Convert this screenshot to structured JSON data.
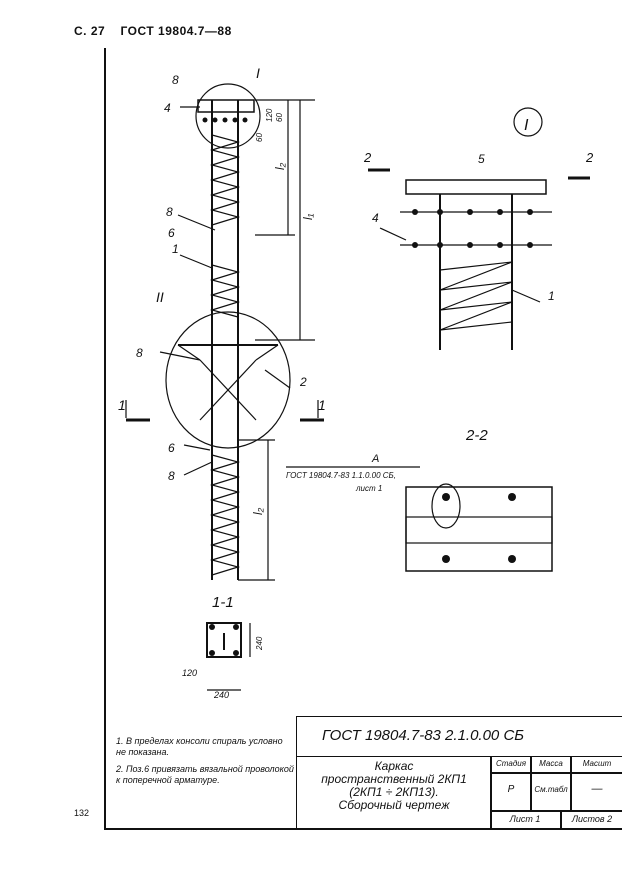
{
  "header": {
    "page": "С. 27",
    "standard": "ГОСТ 19804.7—88"
  },
  "detail_marks": {
    "I": "I",
    "II": "II"
  },
  "sections": {
    "s11": "1-1",
    "s22": "2-2",
    "cut1": "1",
    "cut2": "2"
  },
  "positions": [
    "1",
    "2",
    "4",
    "5",
    "6",
    "8"
  ],
  "dims": {
    "d60a": "60",
    "d120": "120",
    "d60b": "60",
    "L1": "l₁",
    "L2": "l₂",
    "L2b": "l₂",
    "d240a": "240",
    "d120b": "120",
    "d240b": "240"
  },
  "callout": {
    "letter": "А",
    "ref": "ГОСТ 19804.7-83 1.1.0.00 СБ,",
    "sheet": "лист 1"
  },
  "notes": [
    "1. В пределах консоли спираль условно не показана.",
    "2. Поз.6 привязать вязальной проволокой к поперечной арматуре."
  ],
  "title_block": {
    "doc": "ГОСТ 19804.7-83  2.1.0.00 СБ",
    "name1": "Каркас",
    "name2": "пространственный 2КП1",
    "name3": "(2КП1 ÷ 2КП13).",
    "name4": "Сборочный чертеж",
    "col_stage": "Стадия",
    "col_mass": "Масса",
    "col_scale": "Масшт",
    "val_stage": "Р",
    "val_mass": "См.табл",
    "val_scale": "—",
    "sheet": "Лист 1",
    "sheets": "Листов 2"
  },
  "page_number": "132"
}
